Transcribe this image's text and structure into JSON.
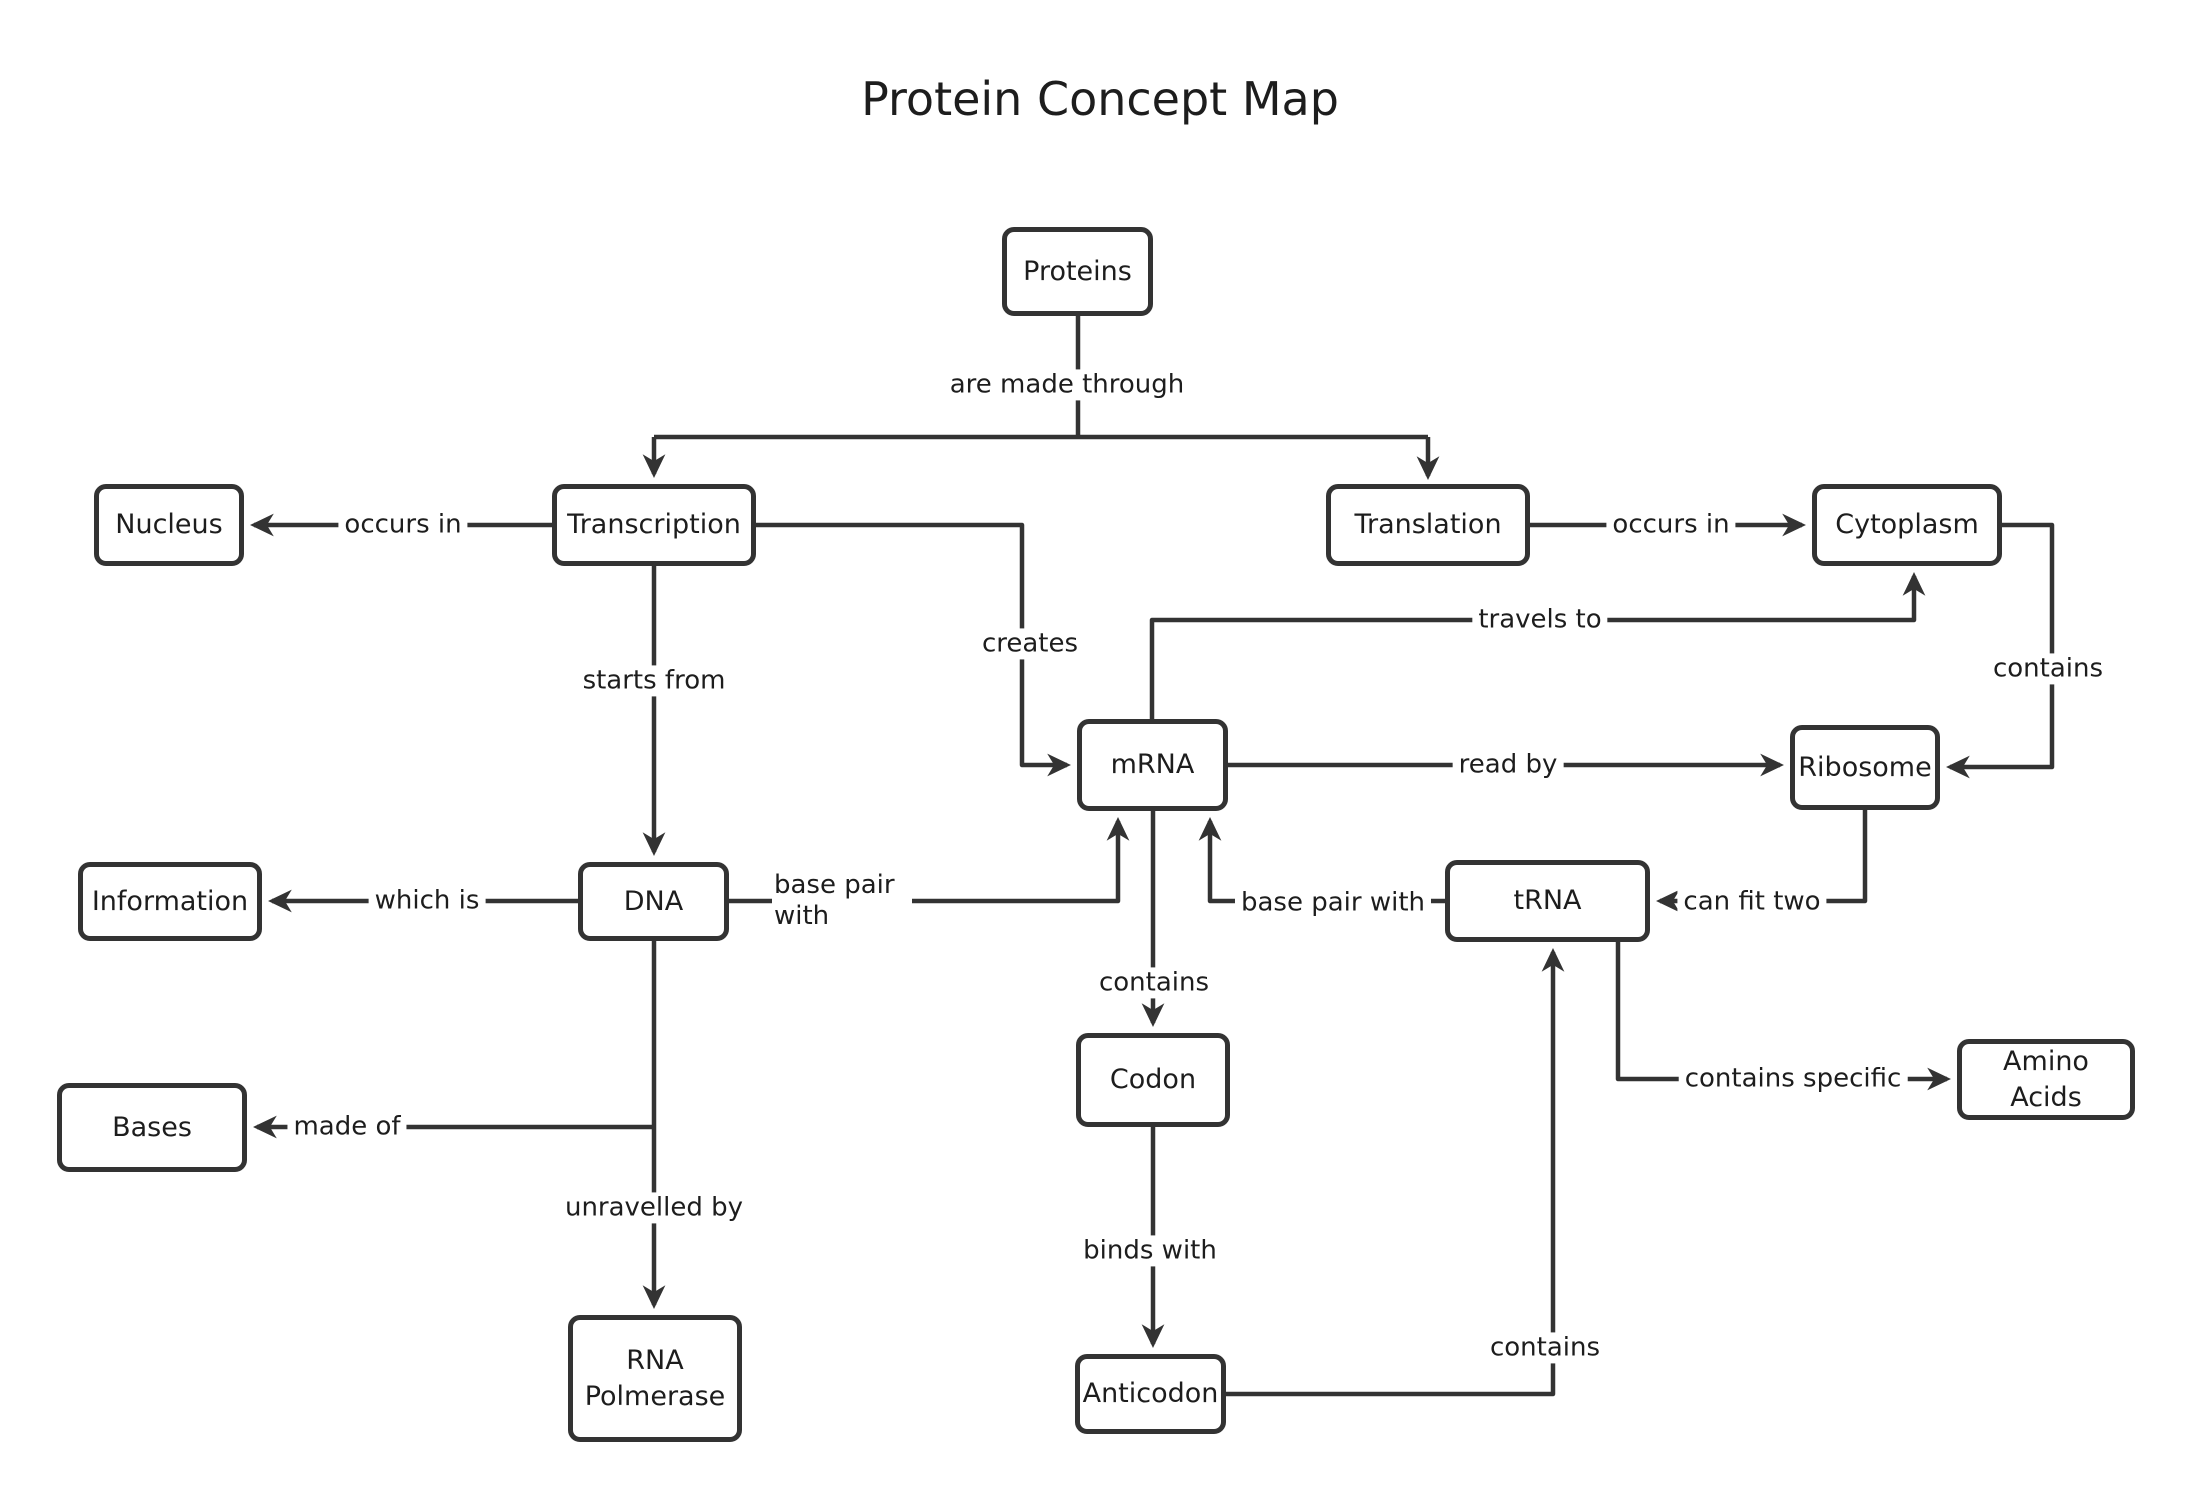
{
  "title": "Protein Concept Map",
  "nodes": {
    "proteins": {
      "label": "Proteins"
    },
    "nucleus": {
      "label": "Nucleus"
    },
    "transcription": {
      "label": "Transcription"
    },
    "translation": {
      "label": "Translation"
    },
    "cytoplasm": {
      "label": "Cytoplasm"
    },
    "mrna": {
      "label": "mRNA"
    },
    "ribosome": {
      "label": "Ribosome"
    },
    "information": {
      "label": "Information"
    },
    "dna": {
      "label": "DNA"
    },
    "trna": {
      "label": "tRNA"
    },
    "codon": {
      "label": "Codon"
    },
    "bases": {
      "label": "Bases"
    },
    "rna_polymerase": {
      "label": "RNA Polmerase"
    },
    "anticodon": {
      "label": "Anticodon"
    },
    "amino_acids": {
      "label": "Amino Acids"
    }
  },
  "edges": [
    {
      "from": "proteins",
      "to": "transcription, translation",
      "label": "are made through"
    },
    {
      "from": "transcription",
      "to": "nucleus",
      "label": "occurs in"
    },
    {
      "from": "translation",
      "to": "cytoplasm",
      "label": "occurs in"
    },
    {
      "from": "transcription",
      "to": "mrna",
      "label": "creates"
    },
    {
      "from": "mrna",
      "to": "cytoplasm",
      "label": "travels to"
    },
    {
      "from": "transcription",
      "to": "dna",
      "label": "starts from"
    },
    {
      "from": "dna",
      "to": "information",
      "label": "which is"
    },
    {
      "from": "dna",
      "to": "mrna",
      "label": "base pair with"
    },
    {
      "from": "trna",
      "to": "mrna",
      "label": "base pair with"
    },
    {
      "from": "mrna",
      "to": "ribosome",
      "label": "read by"
    },
    {
      "from": "cytoplasm",
      "to": "ribosome",
      "label": "contains"
    },
    {
      "from": "ribosome",
      "to": "trna",
      "label": "can fit two"
    },
    {
      "from": "mrna",
      "to": "codon",
      "label": "contains"
    },
    {
      "from": "dna",
      "to": "bases",
      "label": "made of"
    },
    {
      "from": "dna",
      "to": "rna_polymerase",
      "label": "unravelled by"
    },
    {
      "from": "codon",
      "to": "anticodon",
      "label": "binds with"
    },
    {
      "from": "anticodon",
      "to": "trna",
      "label": "contains"
    },
    {
      "from": "trna",
      "to": "amino_acids",
      "label": "contains specific"
    }
  ],
  "colors": {
    "line": "#333333",
    "box_border": "#333333",
    "text": "#1d1d1d",
    "background": "#ffffff"
  }
}
